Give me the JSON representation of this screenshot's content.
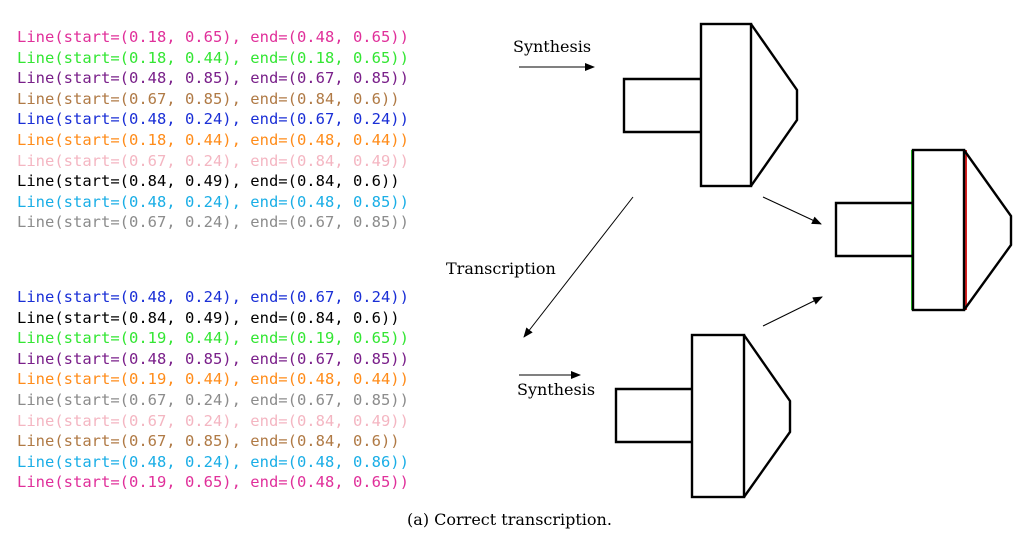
{
  "program_original": [
    {
      "text": "Line(start=(0.18, 0.65), end=(0.48, 0.65))",
      "color": "#e0309a"
    },
    {
      "text": "Line(start=(0.18, 0.44), end=(0.18, 0.65))",
      "color": "#33e633"
    },
    {
      "text": "Line(start=(0.48, 0.85), end=(0.67, 0.85))",
      "color": "#7a1f8a"
    },
    {
      "text": "Line(start=(0.67, 0.85), end=(0.84, 0.6))",
      "color": "#b07a45"
    },
    {
      "text": "Line(start=(0.48, 0.24), end=(0.67, 0.24))",
      "color": "#1a2fd6"
    },
    {
      "text": "Line(start=(0.18, 0.44), end=(0.48, 0.44))",
      "color": "#ff8c1a"
    },
    {
      "text": "Line(start=(0.67, 0.24), end=(0.84, 0.49))",
      "color": "#f4b6c2"
    },
    {
      "text": "Line(start=(0.84, 0.49), end=(0.84, 0.6))",
      "color": "#000000"
    },
    {
      "text": "Line(start=(0.48, 0.24), end=(0.48, 0.85))",
      "color": "#1aaee6"
    },
    {
      "text": "Line(start=(0.67, 0.24), end=(0.67, 0.85))",
      "color": "#8c8c8c"
    }
  ],
  "program_transcribed": [
    {
      "text": "Line(start=(0.48, 0.24), end=(0.67, 0.24))",
      "color": "#1a2fd6"
    },
    {
      "text": "Line(start=(0.84, 0.49), end=(0.84, 0.6))",
      "color": "#000000"
    },
    {
      "text": "Line(start=(0.19, 0.44), end=(0.19, 0.65))",
      "color": "#33e633"
    },
    {
      "text": "Line(start=(0.48, 0.85), end=(0.67, 0.85))",
      "color": "#7a1f8a"
    },
    {
      "text": "Line(start=(0.19, 0.44), end=(0.48, 0.44))",
      "color": "#ff8c1a"
    },
    {
      "text": "Line(start=(0.67, 0.24), end=(0.67, 0.85))",
      "color": "#8c8c8c"
    },
    {
      "text": "Line(start=(0.67, 0.24), end=(0.84, 0.49))",
      "color": "#f4b6c2"
    },
    {
      "text": "Line(start=(0.67, 0.85), end=(0.84, 0.6))",
      "color": "#b07a45"
    },
    {
      "text": "Line(start=(0.48, 0.24), end=(0.48, 0.86))",
      "color": "#1aaee6"
    },
    {
      "text": "Line(start=(0.19, 0.65), end=(0.48, 0.65))",
      "color": "#e0309a"
    }
  ],
  "labels": {
    "synthesis_top": "Synthesis",
    "transcription": "Transcription",
    "synthesis_bottom": "Synthesis"
  },
  "caption": "(a) Correct transcription."
}
